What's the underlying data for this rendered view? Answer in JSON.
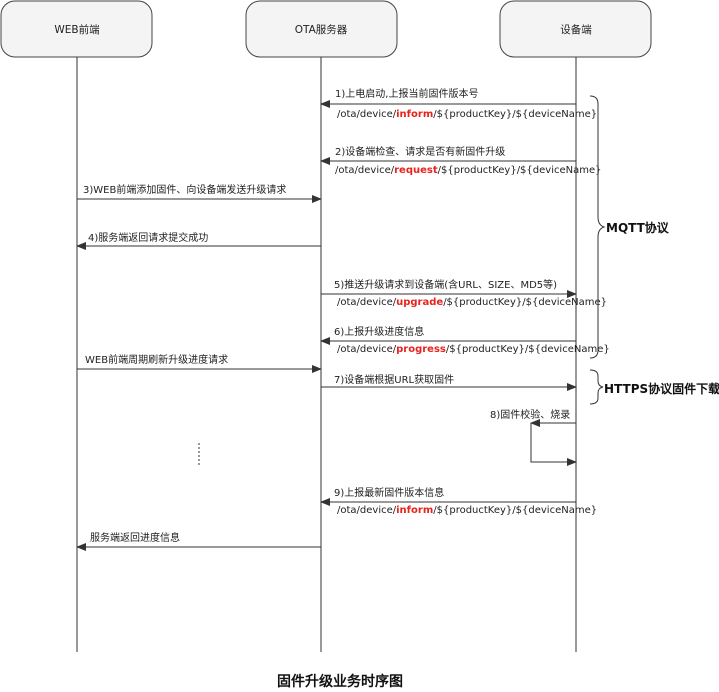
{
  "participants": [
    "WEB前端",
    "OTA服务器",
    "设备端"
  ],
  "messages": [
    {
      "label": "1)上电启动,上报当前固件版本号",
      "topic": [
        "/ota/device/",
        "inform",
        "/${productKey}/${deviceName}"
      ]
    },
    {
      "label": "2)设备端检查、请求是否有新固件升级",
      "topic": [
        "/ota/device/",
        "request",
        "/${productKey}/${deviceName}"
      ]
    },
    {
      "label": "3)WEB前端添加固件、向设备端发送升级请求"
    },
    {
      "label": "4)服务端返回请求提交成功"
    },
    {
      "label": "5)推送升级请求到设备端(含URL、SIZE、MD5等)",
      "topic": [
        "/ota/device/",
        "upgrade",
        "/${productKey}/${deviceName}"
      ]
    },
    {
      "label": "6)上报升级进度信息",
      "topic": [
        "/ota/device/",
        "progress",
        "/${productKey}/${deviceName}"
      ]
    },
    {
      "label": "WEB前端周期刷新升级进度请求"
    },
    {
      "label": "7)设备端根据URL获取固件"
    },
    {
      "label": "8)固件校验、烧录"
    },
    {
      "label": "9)上报最新固件版本信息",
      "topic": [
        "/ota/device/",
        "inform",
        "/${productKey}/${deviceName}"
      ]
    },
    {
      "label": "服务端返回进度信息"
    }
  ],
  "groups": {
    "mqtt": "MQTT协议",
    "https": "HTTPS协议固件下载"
  },
  "title": "固件升级业务时序图",
  "colors": {
    "topic_highlight": "#e8231c"
  }
}
